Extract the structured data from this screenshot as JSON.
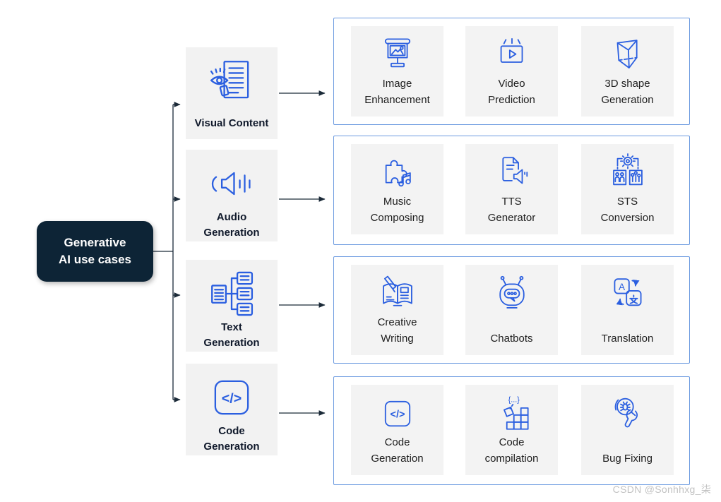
{
  "root": {
    "label": "Generative\nAI use cases"
  },
  "categories": [
    {
      "label": "Visual Content",
      "icon": "document-eye-icon"
    },
    {
      "label": "Audio\nGeneration",
      "icon": "speaker-waves-icon"
    },
    {
      "label": "Text\nGeneration",
      "icon": "branching-notes-icon"
    },
    {
      "label": "Code\nGeneration",
      "icon": "code-brackets-icon"
    }
  ],
  "groups": [
    {
      "items": [
        {
          "label": "Image\nEnhancement",
          "icon": "projector-screen-icon"
        },
        {
          "label": "Video\nPrediction",
          "icon": "video-play-icon"
        },
        {
          "label": "3D shape\nGeneration",
          "icon": "prism-3d-icon"
        }
      ]
    },
    {
      "items": [
        {
          "label": "Music\nComposing",
          "icon": "puzzle-music-icon"
        },
        {
          "label": "TTS\nGenerator",
          "icon": "document-speaker-icon"
        },
        {
          "label": "STS\nConversion",
          "icon": "gear-convert-icon"
        }
      ]
    },
    {
      "items": [
        {
          "label": "Creative\nWriting",
          "icon": "book-pencil-icon"
        },
        {
          "label": "Chatbots",
          "icon": "chatbot-icon"
        },
        {
          "label": "Translation",
          "icon": "translate-icon"
        }
      ]
    },
    {
      "items": [
        {
          "label": "Code\nGeneration",
          "icon": "code-tag-icon"
        },
        {
          "label": "Code\ncompilation",
          "icon": "code-blocks-icon"
        },
        {
          "label": "Bug Fixing",
          "icon": "bug-wrench-icon"
        }
      ]
    }
  ],
  "icon_glyphs": {
    "code": "</>",
    "braces": "{...}",
    "translate_latin": "A"
  },
  "watermark": "CSDN @Sonhhxg_柒",
  "colors": {
    "icon_blue": "#2b5fe0",
    "group_border": "#6b9ae0",
    "root_bg": "#0d2436",
    "node_bg": "#f2f2f2",
    "card_bg": "#f3f3f3",
    "connector": "#1b2a38",
    "watermark_gray": "#c2c2c2"
  }
}
